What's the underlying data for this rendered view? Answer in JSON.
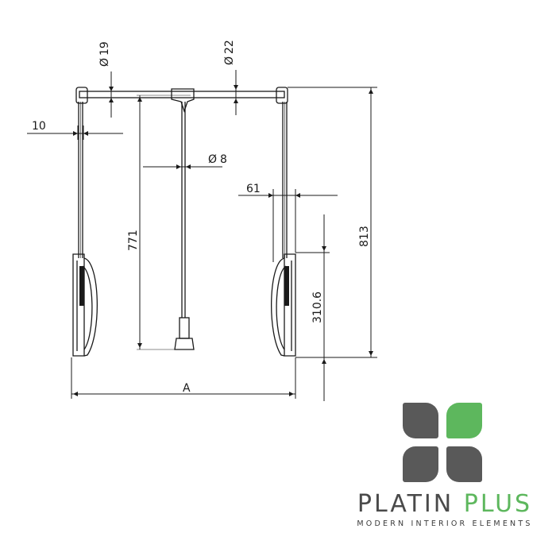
{
  "drawing": {
    "dimensions": {
      "d19": "19",
      "d22": "22",
      "d8": "8",
      "w10": "10",
      "w61": "61",
      "h771": "771",
      "h813": "813",
      "h310": "310.6",
      "width_a": "A"
    },
    "diameter_symbol": "Ø"
  },
  "brand": {
    "name_part1": "PLATIN",
    "name_part2": "PLUS",
    "tagline": "MODERN INTERIOR ELEMENTS",
    "colors": {
      "gray": "#595959",
      "green": "#5db75d"
    }
  }
}
